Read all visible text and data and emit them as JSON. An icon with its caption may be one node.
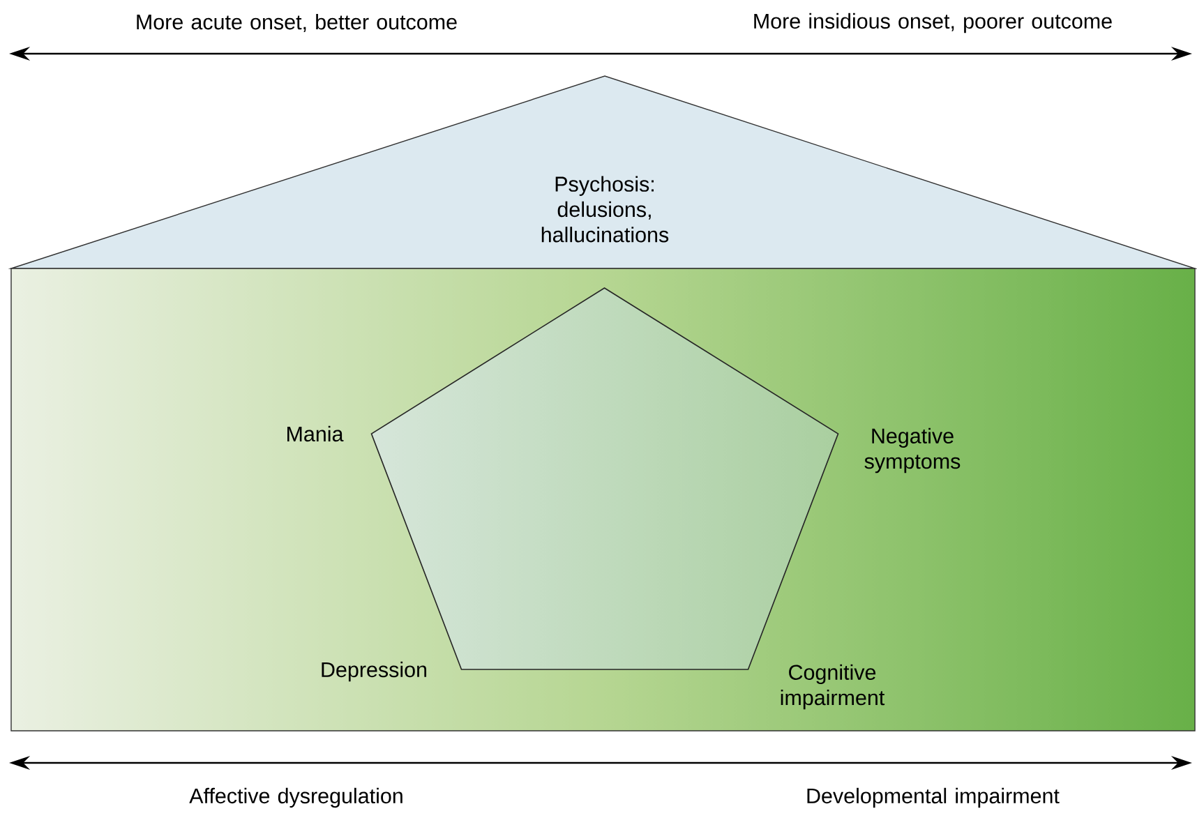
{
  "diagram": {
    "nodes": [
      {
        "text": [
          "Psychosis: delusions, hallucinations"
        ]
      },
      {
        "text": [],
        "shape": "box"
      },
      {
        "text": [],
        "shape": "pentagon",
        "in": 1
      }
    ],
    "labels": [
      "More acute onset, better outcome",
      "More insidious onset, poorer outcome",
      "Mania",
      "Negative symptoms",
      "Depression",
      "Cognitive impairment",
      "Affective dysregulation",
      "Developmental impairment"
    ]
  }
}
